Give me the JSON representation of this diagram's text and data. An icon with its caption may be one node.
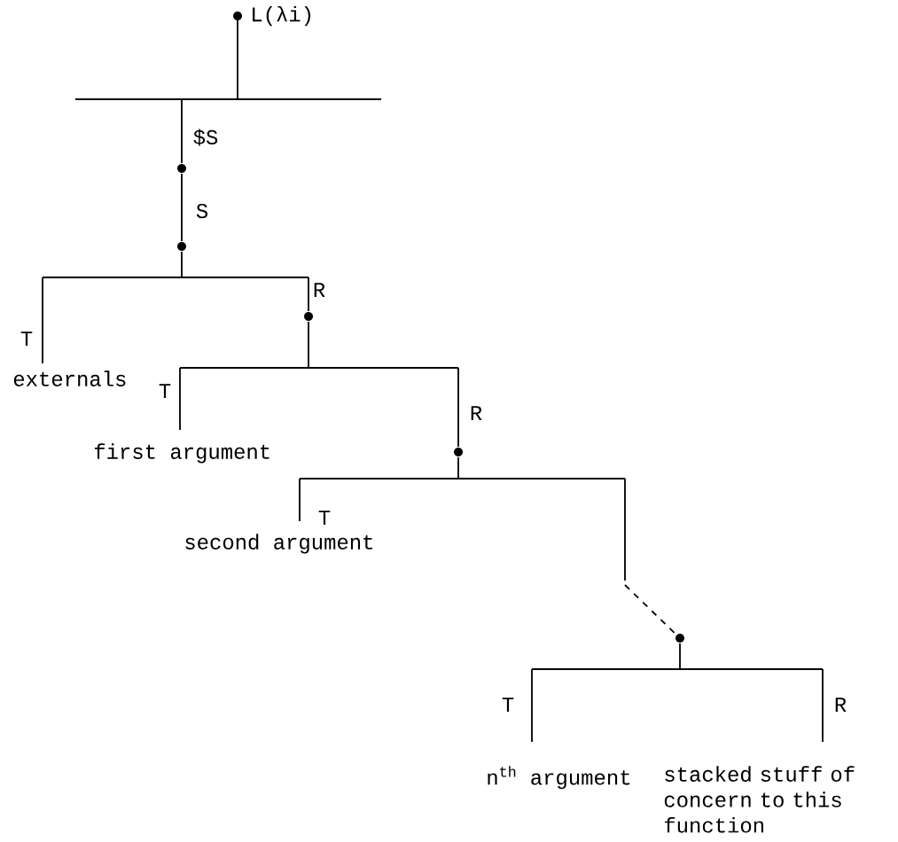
{
  "diagram": {
    "nodes": [
      {
        "text": [
          "L(λi)"
        ]
      },
      {
        "text": [],
        "shape": "bar"
      },
      {
        "text": [],
        "shape": "circle"
      },
      {
        "text": [],
        "shape": "circle"
      },
      {
        "text": [],
        "shape": "bar"
      },
      {
        "text": [
          "externals"
        ]
      },
      {
        "text": [],
        "shape": "circle"
      },
      {
        "text": [],
        "shape": "bar"
      },
      {
        "text": [
          "first argument"
        ]
      },
      {
        "text": [],
        "shape": "circle"
      },
      {
        "text": [],
        "shape": "bar"
      },
      {
        "text": [
          "second argument"
        ]
      },
      {
        "text": [],
        "shape": "circle"
      },
      {
        "text": [],
        "shape": "bar"
      },
      {
        "text": [
          "n$^{th}$ argument"
        ]
      },
      {
        "text": [
          "stacked stuff of concern to this function"
        ]
      }
    ],
    "edges": [
      {
        "from": 0,
        "to": 1,
        "arrow": "none"
      },
      {
        "from": 1,
        "to": 2,
        "arrow": "none",
        "label": "$S"
      },
      {
        "from": 2,
        "to": 3,
        "arrow": "none",
        "label": "S"
      },
      {
        "from": 3,
        "to": 4,
        "arrow": "none"
      },
      {
        "from": 4,
        "to": 5,
        "arrow": "none",
        "label": "T"
      },
      {
        "from": 4,
        "to": 6,
        "arrow": "none",
        "label": "R"
      },
      {
        "from": 6,
        "to": 7,
        "arrow": "none"
      },
      {
        "from": 7,
        "to": 8,
        "arrow": "none",
        "label": "T"
      },
      {
        "from": 7,
        "to": 9,
        "arrow": "none",
        "label": "R"
      },
      {
        "from": 9,
        "to": 10,
        "arrow": "none"
      },
      {
        "from": 10,
        "to": 11,
        "arrow": "none",
        "label": "T"
      },
      {
        "from": 10,
        "to": 12,
        "arrow": "none",
        "style": "dashed"
      },
      {
        "from": 12,
        "to": 13,
        "arrow": "none"
      },
      {
        "from": 13,
        "to": 14,
        "arrow": "none",
        "label": "T"
      },
      {
        "from": 13,
        "to": 15,
        "arrow": "none",
        "label": "R"
      }
    ]
  }
}
